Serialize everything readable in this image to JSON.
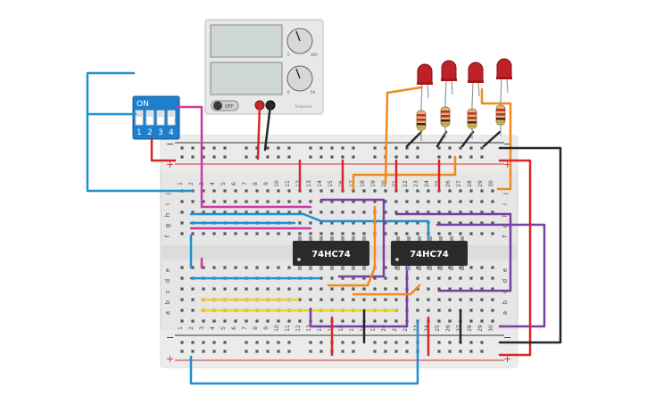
{
  "power_supply": {
    "switch_label": "OFF",
    "knob_top_marks": [
      "0",
      "30V"
    ],
    "knob_bottom_marks": [
      "0",
      "5A"
    ],
    "brand_text": "Tinkercad"
  },
  "dip_switch": {
    "on_label": "ON",
    "switch_numbers": [
      "1",
      "2",
      "3",
      "4"
    ]
  },
  "chips": [
    {
      "label": "74HC74"
    },
    {
      "label": "74HC74"
    }
  ],
  "breadboard": {
    "rail_minus": "−",
    "rail_plus": "+",
    "row_letters_top": [
      "j",
      "i",
      "h",
      "g",
      "f"
    ],
    "row_letters_bottom": [
      "e",
      "d",
      "c",
      "b",
      "a"
    ],
    "column_numbers": [
      "1",
      "2",
      "3",
      "4",
      "5",
      "6",
      "7",
      "8",
      "9",
      "10",
      "11",
      "12",
      "13",
      "14",
      "15",
      "16",
      "17",
      "18",
      "19",
      "20",
      "21",
      "22",
      "23",
      "24",
      "25",
      "26",
      "27",
      "28",
      "29",
      "30"
    ]
  },
  "leds": [
    {
      "color": "#c0202a"
    },
    {
      "color": "#c0202a"
    },
    {
      "color": "#c0202a"
    },
    {
      "color": "#c0202a"
    }
  ],
  "wire_colors": {
    "red": "#d62828",
    "black": "#262626",
    "blue": "#1f8fd0",
    "magenta": "#cc3aa0",
    "orange": "#f08a1c",
    "purple": "#7a3fa0",
    "yellow": "#f2d020"
  }
}
